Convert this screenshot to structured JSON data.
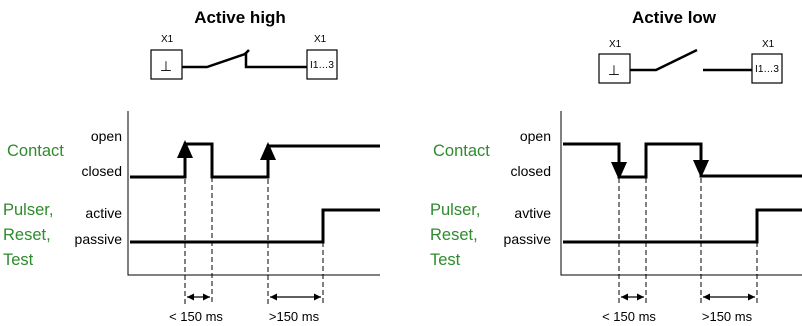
{
  "colors": {
    "label_green": "#2e8b2e",
    "line": "#000000"
  },
  "panels": [
    {
      "title": "Active high",
      "terminal_left": {
        "label": "X1",
        "symbol": "⊥"
      },
      "terminal_right": {
        "label": "X1",
        "text": "I1…3"
      },
      "contact_label": "Contact",
      "contact_states": [
        "open",
        "closed"
      ],
      "test_label_lines": [
        "Pulser,",
        "Reset,",
        "Test"
      ],
      "test_states": [
        "active",
        "passive"
      ],
      "measure_short": "< 150 ms",
      "measure_long": ">150 ms"
    },
    {
      "title": "Active low",
      "terminal_left": {
        "label": "X1",
        "symbol": "⊥"
      },
      "terminal_right": {
        "label": "X1",
        "text": "I1…3"
      },
      "contact_label": "Contact",
      "contact_states": [
        "open",
        "closed"
      ],
      "test_label_lines": [
        "Pulser,",
        "Reset,",
        "Test"
      ],
      "test_states": [
        "avtive",
        "passive"
      ],
      "measure_short": "< 150 ms",
      "measure_long": ">150 ms"
    }
  ]
}
